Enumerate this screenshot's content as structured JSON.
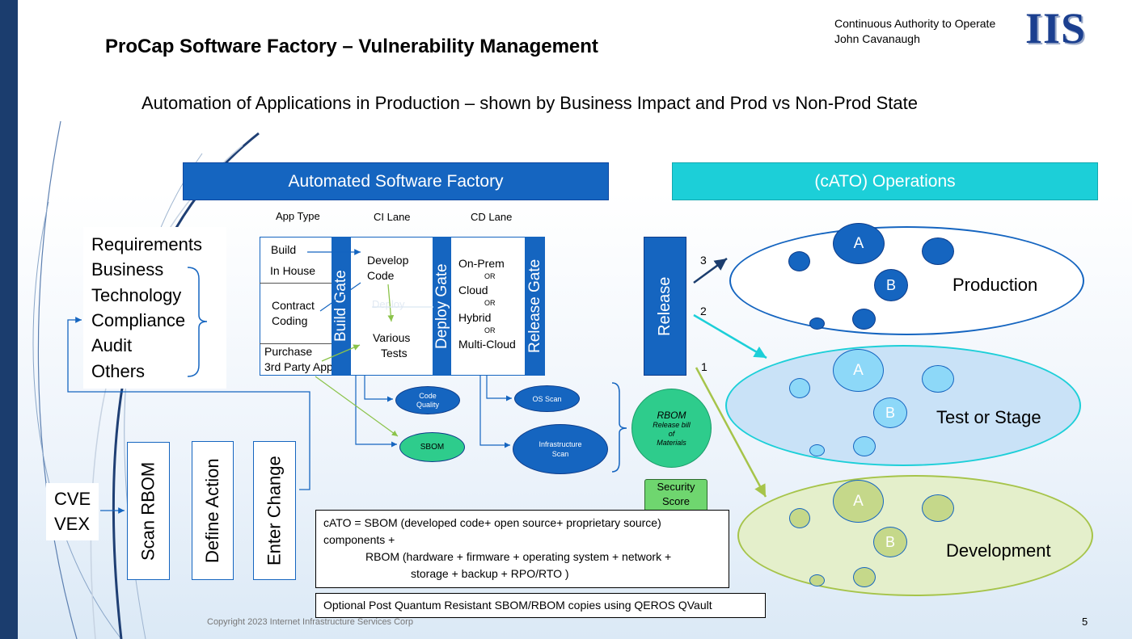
{
  "header": {
    "title": "ProCap Software Factory – Vulnerability Management",
    "subtitle": "Automation of Applications in Production – shown by Business Impact and Prod vs Non-Prod State",
    "topright_line1": "Continuous Authority to Operate",
    "topright_line2": "John Cavanaugh",
    "logo_text": "IIS"
  },
  "banners": {
    "factory": "Automated Software Factory",
    "operations": "(cATO) Operations"
  },
  "lanes": {
    "app_type": "App Type",
    "ci_lane": "CI Lane",
    "cd_lane": "CD Lane"
  },
  "requirements": [
    "Requirements",
    "Business",
    "Technology",
    "Compliance",
    "Audit",
    "Others"
  ],
  "app_types": {
    "build": "Build",
    "in_house": "In House",
    "contract_1": "Contract",
    "contract_2": "Coding",
    "purchase": "Purchase",
    "third_party": "3rd Party App"
  },
  "gates": {
    "build": "Build Gate",
    "deploy": "Deploy Gate",
    "release": "Release Gate"
  },
  "ci": {
    "develop_1": "Develop",
    "develop_2": "Code",
    "tests_1": "Various",
    "tests_2": "Tests",
    "faint": "Deploy"
  },
  "cd": {
    "onprem": "On-Prem",
    "or1": "OR",
    "cloud": "Cloud",
    "or2": "OR",
    "hybrid": "Hybrid",
    "or3": "OR",
    "multicloud": "Multi-Cloud"
  },
  "scans": {
    "code_quality_1": "Code",
    "code_quality_2": "Quality",
    "sbom": "SBOM",
    "os_scan": "OS Scan",
    "infra_1": "Infrastructure",
    "infra_2": "Scan"
  },
  "rbom": {
    "title": "RBOM",
    "line1": "Release bill",
    "line2": "of",
    "line3": "Materials"
  },
  "security_score": {
    "line1": "Security",
    "line2": "Score"
  },
  "release": "Release",
  "arrows": {
    "a3": "3",
    "a2": "2",
    "a1": "1"
  },
  "environments": {
    "production": "Production",
    "test": "Test or Stage",
    "development": "Development",
    "label_a": "A",
    "label_b": "B"
  },
  "actions": {
    "scan": "Scan RBOM",
    "define": "Define Action",
    "enter": "Enter Change"
  },
  "cve": {
    "line1": "CVE",
    "line2": "VEX"
  },
  "cato_box": {
    "line1": "cATO = SBOM (developed code+ open source+ proprietary source)",
    "line2": "components +",
    "line3": "RBOM (hardware + firmware + operating system + network +",
    "line4": "storage + backup + RPO/RTO )"
  },
  "quantum_box": "Optional Post Quantum Resistant SBOM/RBOM copies using QEROS QVault",
  "footer": {
    "copyright": "Copyright 2023  Internet Infrastructure Services Corp",
    "page": "5"
  },
  "colors": {
    "dark_blue": "#1565c0",
    "cyan": "#1ccfd8",
    "green": "#2ecc8c",
    "lt_blue": "#c9e2f7",
    "lt_green": "#e4efcb"
  }
}
